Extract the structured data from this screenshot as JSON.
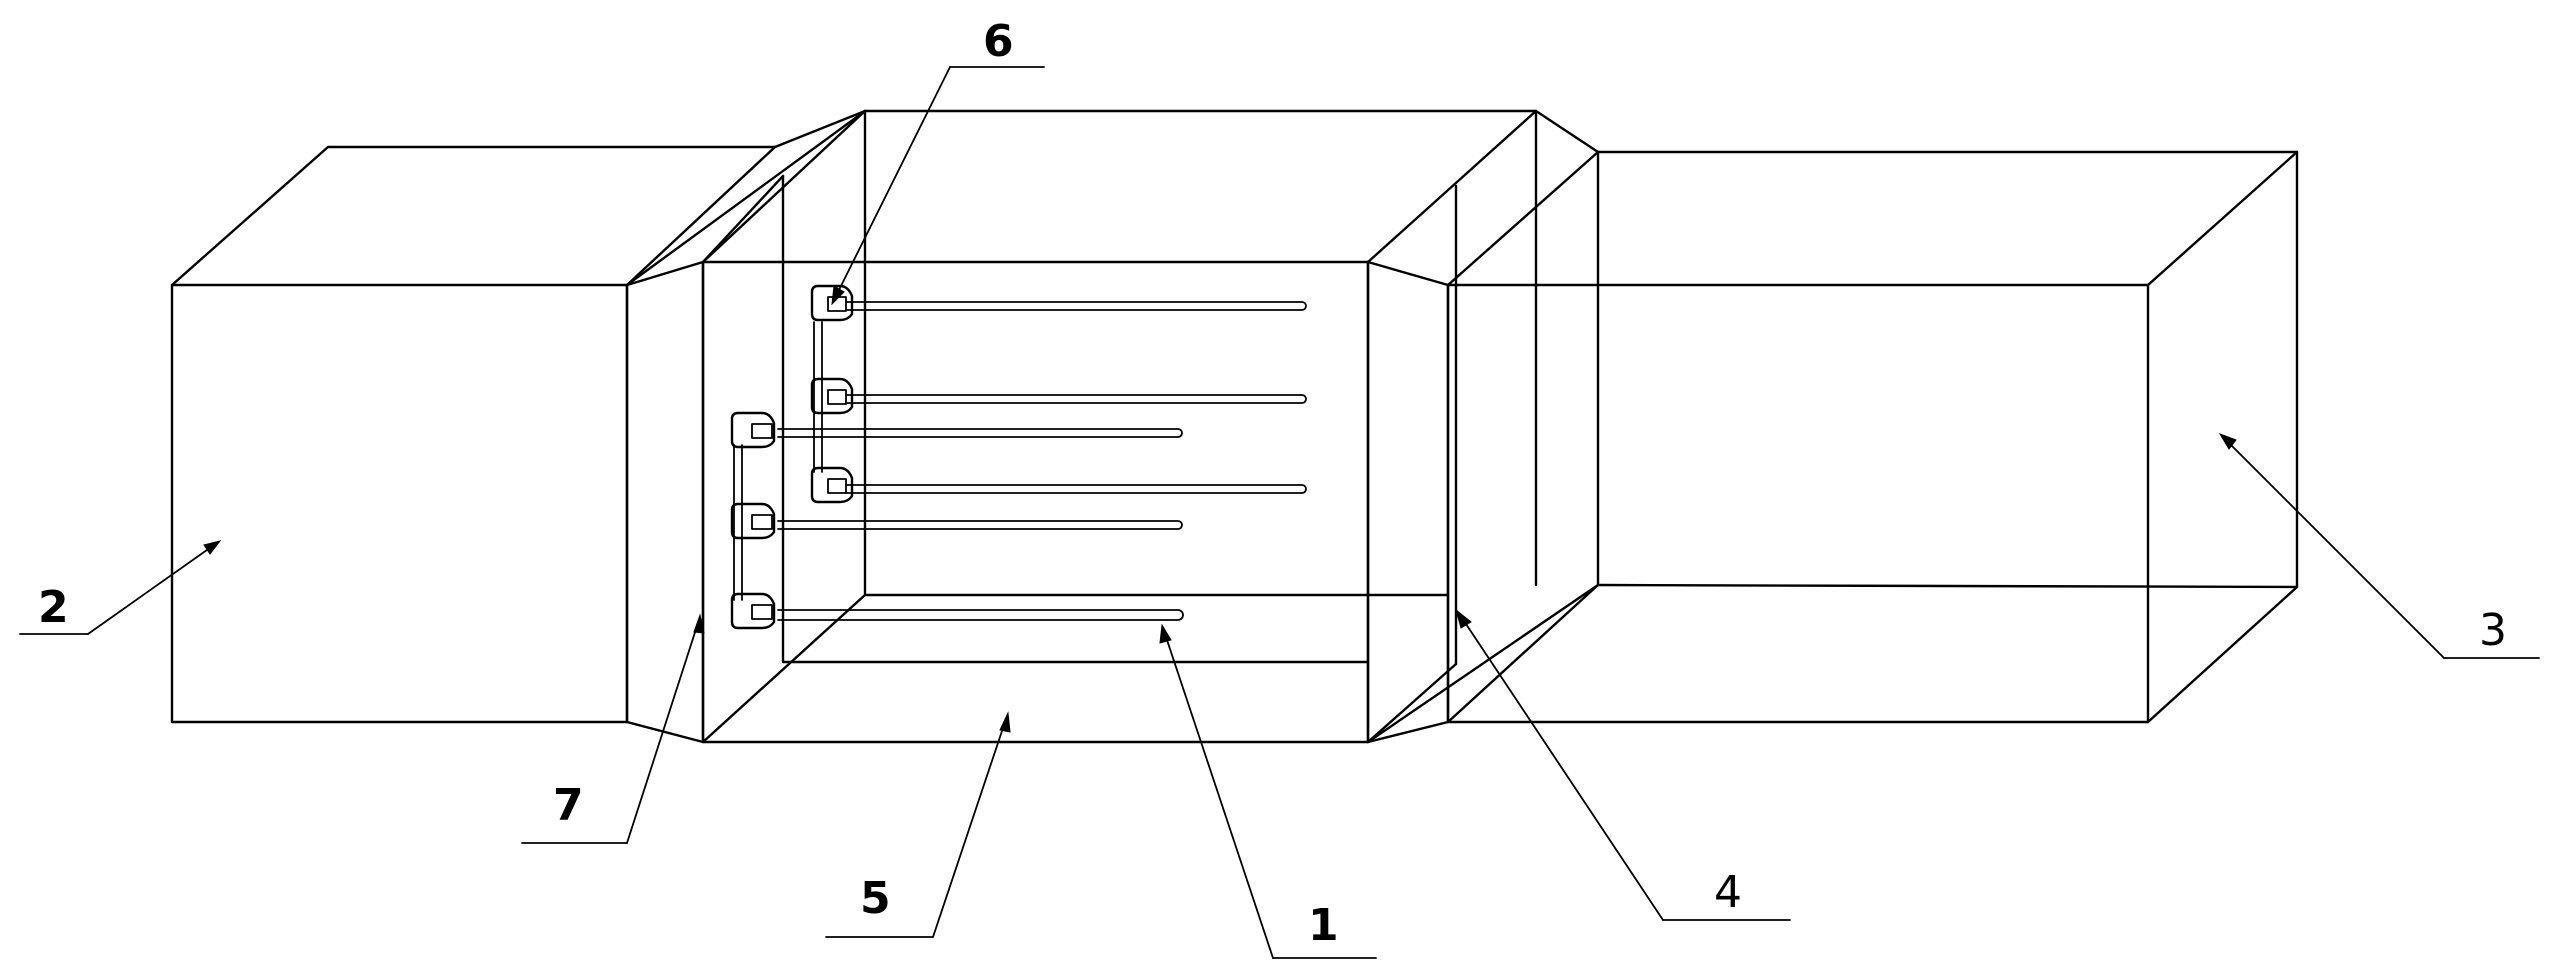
{
  "diagram": {
    "labels": {
      "l1": "1",
      "l2": "2",
      "l3": "3",
      "l4": "4",
      "l5": "5",
      "l6": "6",
      "l7": "7"
    },
    "colors": {
      "line": "#000000",
      "background": "#ffffff"
    }
  }
}
